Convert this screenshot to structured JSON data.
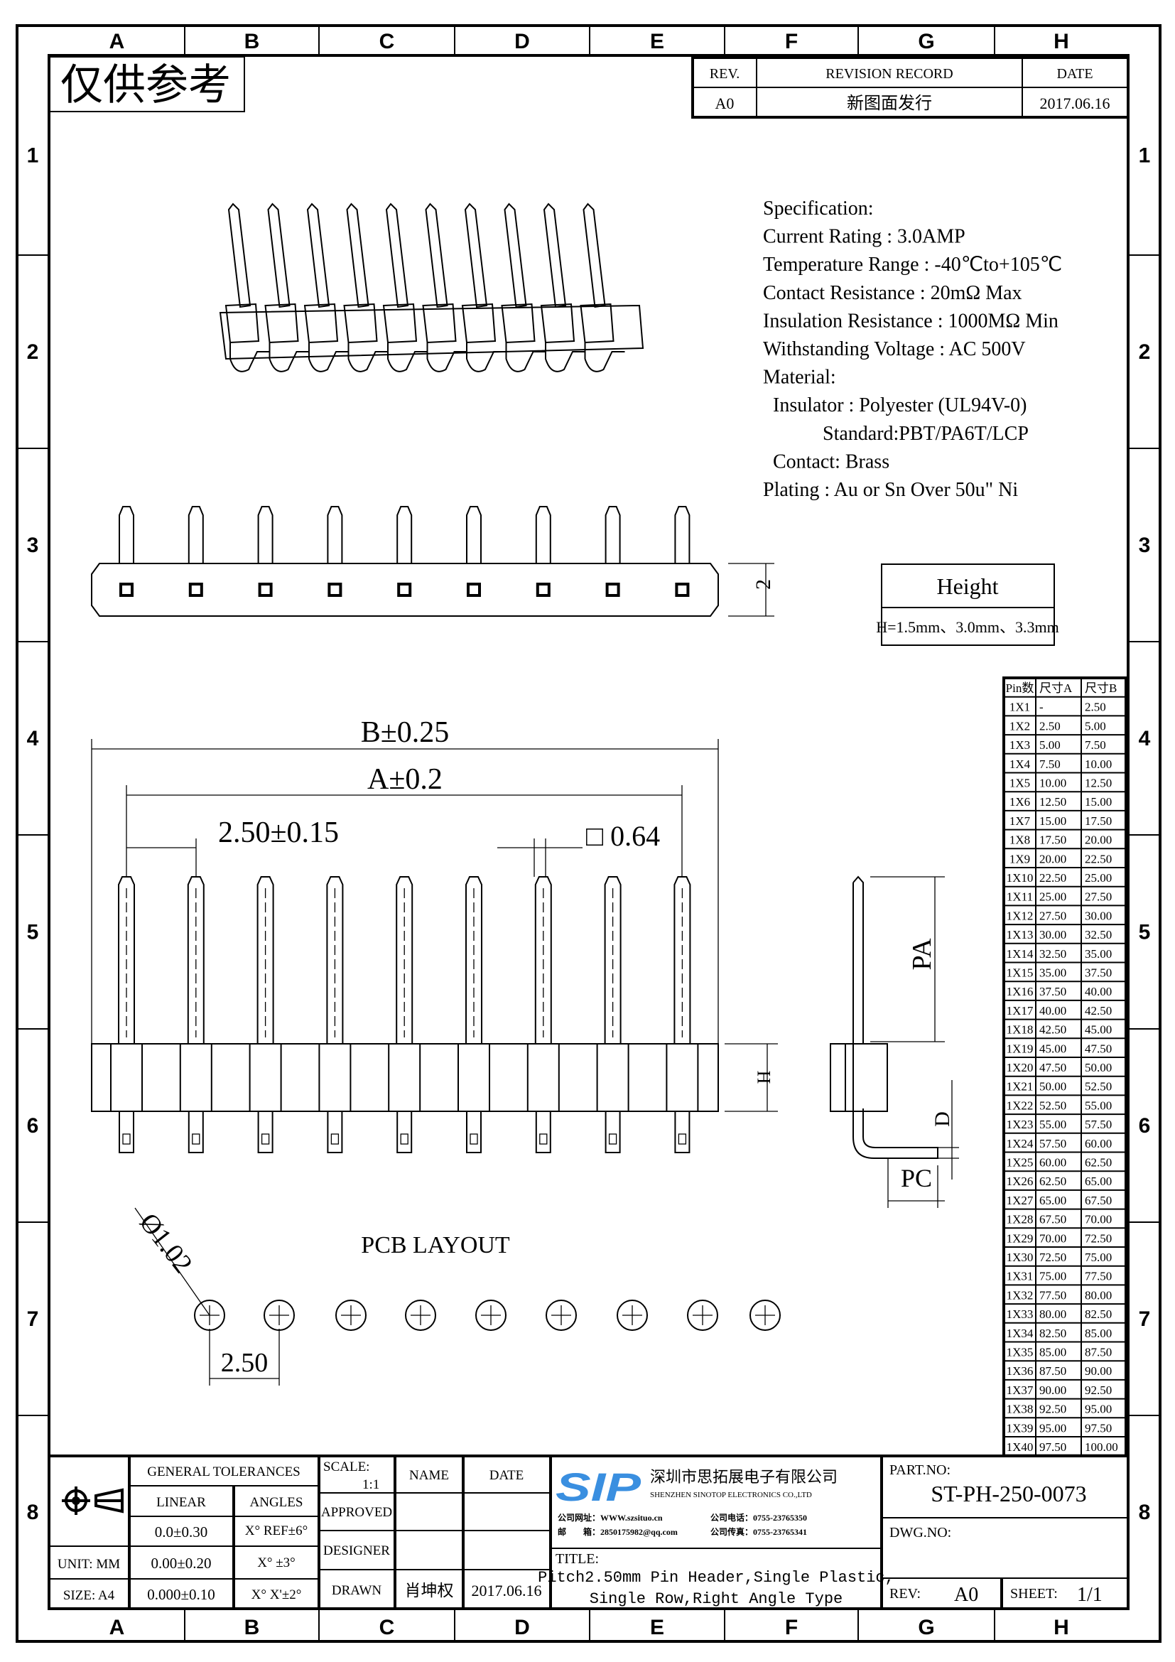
{
  "frame": {
    "columns": [
      "A",
      "B",
      "C",
      "D",
      "E",
      "F",
      "G",
      "H"
    ],
    "rows": [
      "1",
      "2",
      "3",
      "4",
      "5",
      "6",
      "7",
      "8"
    ]
  },
  "watermark": "仅供参考",
  "revision": {
    "headers": [
      "REV.",
      "REVISION RECORD",
      "DATE"
    ],
    "rev": "A0",
    "record": "新图面发行",
    "date": "2017.06.16"
  },
  "spec": {
    "lines": [
      "Specification:",
      "Current Rating : 3.0AMP",
      "Temperature Range : -40℃to+105℃",
      "Contact Resistance : 20mΩ Max",
      "Insulation Resistance : 1000MΩ Min",
      "Withstanding Voltage : AC 500V",
      "Material:",
      "  Insulator : Polyester (UL94V-0)",
      "            Standard:PBT/PA6T/LCP",
      "  Contact: Brass",
      "Plating : Au or Sn Over 50u\" Ni"
    ]
  },
  "height_box": {
    "title": "Height",
    "value": "H=1.5mm、3.0mm、3.3mm"
  },
  "dims": {
    "top_height": "2",
    "b": "B±0.25",
    "a": "A±0.2",
    "pitch": "2.50±0.15",
    "pin_sq": "□ 0.64",
    "h": "H",
    "pa": "PA",
    "d": "D",
    "pc": "PC",
    "hole": "Ø1.02",
    "pcb_pitch": "2.50",
    "pcb_title": "PCB LAYOUT"
  },
  "pin_table": {
    "headers": [
      "Pin数",
      "尺寸A",
      "尺寸B"
    ],
    "rows": [
      [
        "1X1",
        "-",
        "2.50"
      ],
      [
        "1X2",
        "2.50",
        "5.00"
      ],
      [
        "1X3",
        "5.00",
        "7.50"
      ],
      [
        "1X4",
        "7.50",
        "10.00"
      ],
      [
        "1X5",
        "10.00",
        "12.50"
      ],
      [
        "1X6",
        "12.50",
        "15.00"
      ],
      [
        "1X7",
        "15.00",
        "17.50"
      ],
      [
        "1X8",
        "17.50",
        "20.00"
      ],
      [
        "1X9",
        "20.00",
        "22.50"
      ],
      [
        "1X10",
        "22.50",
        "25.00"
      ],
      [
        "1X11",
        "25.00",
        "27.50"
      ],
      [
        "1X12",
        "27.50",
        "30.00"
      ],
      [
        "1X13",
        "30.00",
        "32.50"
      ],
      [
        "1X14",
        "32.50",
        "35.00"
      ],
      [
        "1X15",
        "35.00",
        "37.50"
      ],
      [
        "1X16",
        "37.50",
        "40.00"
      ],
      [
        "1X17",
        "40.00",
        "42.50"
      ],
      [
        "1X18",
        "42.50",
        "45.00"
      ],
      [
        "1X19",
        "45.00",
        "47.50"
      ],
      [
        "1X20",
        "47.50",
        "50.00"
      ],
      [
        "1X21",
        "50.00",
        "52.50"
      ],
      [
        "1X22",
        "52.50",
        "55.00"
      ],
      [
        "1X23",
        "55.00",
        "57.50"
      ],
      [
        "1X24",
        "57.50",
        "60.00"
      ],
      [
        "1X25",
        "60.00",
        "62.50"
      ],
      [
        "1X26",
        "62.50",
        "65.00"
      ],
      [
        "1X27",
        "65.00",
        "67.50"
      ],
      [
        "1X28",
        "67.50",
        "70.00"
      ],
      [
        "1X29",
        "70.00",
        "72.50"
      ],
      [
        "1X30",
        "72.50",
        "75.00"
      ],
      [
        "1X31",
        "75.00",
        "77.50"
      ],
      [
        "1X32",
        "77.50",
        "80.00"
      ],
      [
        "1X33",
        "80.00",
        "82.50"
      ],
      [
        "1X34",
        "82.50",
        "85.00"
      ],
      [
        "1X35",
        "85.00",
        "87.50"
      ],
      [
        "1X36",
        "87.50",
        "90.00"
      ],
      [
        "1X37",
        "90.00",
        "92.50"
      ],
      [
        "1X38",
        "92.50",
        "95.00"
      ],
      [
        "1X39",
        "95.00",
        "97.50"
      ],
      [
        "1X40",
        "97.50",
        "100.00"
      ]
    ]
  },
  "title_block": {
    "tolerances": {
      "title": "GENERAL TOLERANCES",
      "linear": "LINEAR",
      "angles": "ANGLES",
      "l1": "0.0±0.30",
      "a1": "X° REF±6°",
      "l2": "0.00±0.20",
      "a2": "X° ±3°",
      "l3": "0.000±0.10",
      "a3": "X° X'±2°",
      "unit": "UNIT: MM",
      "size": "SIZE: A4"
    },
    "scale_label": "SCALE:",
    "scale": "1:1",
    "name": "NAME",
    "date": "DATE",
    "approved": "APPROVED",
    "designer": "DESIGNER",
    "drawn": "DRAWN",
    "drawn_name": "肖坤权",
    "drawn_date": "2017.06.16",
    "logo": "SIP",
    "company_cn": "深圳市思拓展电子有限公司",
    "company_en": "SHENZHEN SINOTOP ELECTRONICS CO.,LTD",
    "web": "公司网址：WWW.szsituo.cn",
    "email": "邮　　箱：2850175982@qq.com",
    "tel": "公司电话：0755-23765350",
    "fax": "公司传真：0755-23765341",
    "title_label": "TITLE:",
    "title1": "Pitch2.50mm Pin Header,Single Plastic,",
    "title2": "Single Row,Right Angle Type",
    "part_label": "PART.NO:",
    "part_no": "ST-PH-250-0073",
    "dwg_label": "DWG.NO:",
    "rev_label": "REV:",
    "rev": "A0",
    "sheet_label": "SHEET:",
    "sheet": "1/1"
  },
  "colors": {
    "logo": "#3a8fe0"
  }
}
